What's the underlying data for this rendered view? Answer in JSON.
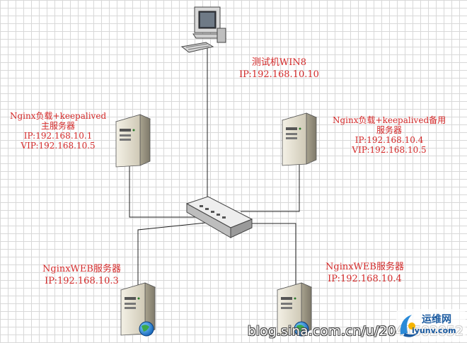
{
  "client": {
    "name": "测试机WIN8",
    "ip": "IP:192.168.10.10"
  },
  "lb_master": {
    "title": "Nginx负载+keepalived",
    "role": "主服务器",
    "ip": "IP:192.168.10.1",
    "vip": "VIP:192.168.10.5"
  },
  "lb_backup": {
    "title": "Nginx负载+keepalived备用",
    "role": "服务器",
    "ip": "IP:192.168.10.4",
    "vip": "VIP:192.168.10.5"
  },
  "web_left": {
    "title": "NginxWEB服务器",
    "ip": "IP:192.168.10.3"
  },
  "web_right": {
    "title": "NginxWEB服务器",
    "ip": "IP:192.168.10.4"
  },
  "watermark": {
    "url": "blog.sina.com.cn/u/2041502052",
    "logo_cn": "运维网",
    "logo_en": "iyunv.com"
  },
  "colors": {
    "label": "#d42a2a",
    "grid": "#d8d8d8",
    "line": "#222222"
  },
  "icons": [
    "computer-icon",
    "server-icon",
    "switch-icon",
    "globe-icon"
  ]
}
